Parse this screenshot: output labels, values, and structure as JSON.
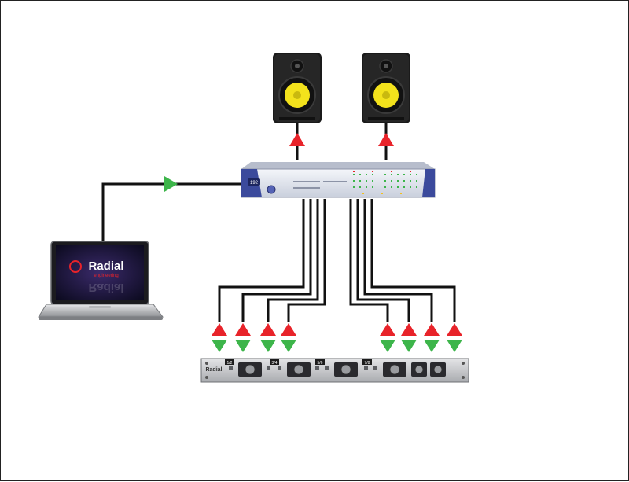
{
  "laptop": {
    "screen_text": "Radial",
    "screen_subtext": "engineering"
  },
  "interface": {
    "badge": "192"
  },
  "rack_unit": {
    "brand": "Radial",
    "channel_labels": [
      "1/2",
      "3/4",
      "5/6",
      "7/8"
    ]
  },
  "colors": {
    "send_arrow": "#e8232a",
    "return_arrow": "#3db54a",
    "cable": "#111111",
    "speaker_cone": "#f3e21c",
    "interface_body": "#dfe4ee",
    "interface_accent": "#3b4a9c",
    "rack_body": "#c9cbce"
  },
  "icons": {
    "speaker": "studio-monitor-icon",
    "laptop": "laptop-icon",
    "interface": "audio-interface-icon",
    "rack": "rack-processor-icon",
    "up_arrow": "triangle-up-icon",
    "down_arrow": "triangle-down-icon",
    "right_arrow": "triangle-right-icon"
  }
}
